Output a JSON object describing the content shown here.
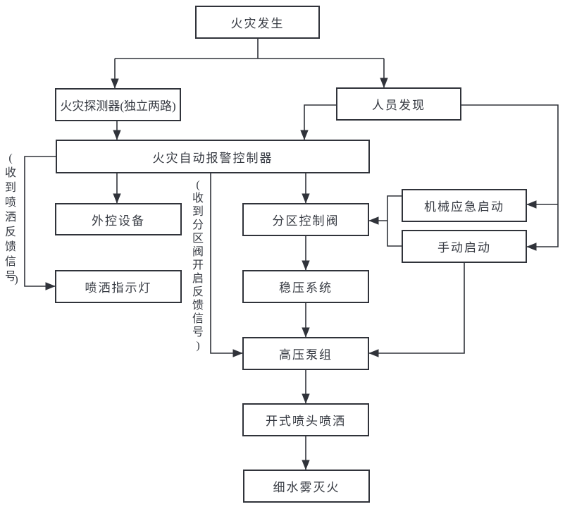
{
  "diagram": {
    "type": "flowchart",
    "background": "#ffffff",
    "line_color": "#30333a",
    "text_color": "#363a42"
  },
  "nodes": {
    "fire_occurs": "火灾发生",
    "fire_detector": "火灾探测器(独立两路)",
    "personnel_discovery": "人员发现",
    "alarm_controller": "火灾自动报警控制器",
    "external_control": "外控设备",
    "spray_indicator": "喷洒指示灯",
    "zone_control_valve": "分区控制阀",
    "mechanical_emergency_start": "机械应急启动",
    "manual_start": "手动启动",
    "pressure_stabilizing_system": "稳压系统",
    "high_pressure_pump_group": "高压泵组",
    "open_nozzle_spray": "开式喷头喷洒",
    "water_mist_extinguishing": "细水雾灭火"
  },
  "annotations": {
    "spray_feedback_signal": "(收到喷洒反馈信号)",
    "valve_open_feedback_signal": "(收到分区阀开启反馈信号)"
  },
  "edges": [
    {
      "from": "火灾发生",
      "to": "火灾探测器(独立两路)"
    },
    {
      "from": "火灾发生",
      "to": "人员发现"
    },
    {
      "from": "火灾探测器(独立两路)",
      "to": "火灾自动报警控制器"
    },
    {
      "from": "人员发现",
      "to": "火灾自动报警控制器"
    },
    {
      "from": "人员发现",
      "to": "机械应急启动"
    },
    {
      "from": "人员发现",
      "to": "手动启动"
    },
    {
      "from": "火灾自动报警控制器",
      "to": "外控设备"
    },
    {
      "from": "火灾自动报警控制器",
      "to": "分区控制阀"
    },
    {
      "from": "火灾自动报警控制器",
      "to": "喷洒指示灯",
      "label": "(收到喷洒反馈信号)"
    },
    {
      "from": "火灾自动报警控制器",
      "to": "高压泵组",
      "label": "(收到分区阀开启反馈信号)"
    },
    {
      "from": "机械应急启动",
      "to": "分区控制阀"
    },
    {
      "from": "手动启动",
      "to": "分区控制阀"
    },
    {
      "from": "手动启动",
      "to": "高压泵组"
    },
    {
      "from": "分区控制阀",
      "to": "稳压系统"
    },
    {
      "from": "稳压系统",
      "to": "高压泵组"
    },
    {
      "from": "高压泵组",
      "to": "开式喷头喷洒"
    },
    {
      "from": "开式喷头喷洒",
      "to": "细水雾灭火"
    }
  ]
}
